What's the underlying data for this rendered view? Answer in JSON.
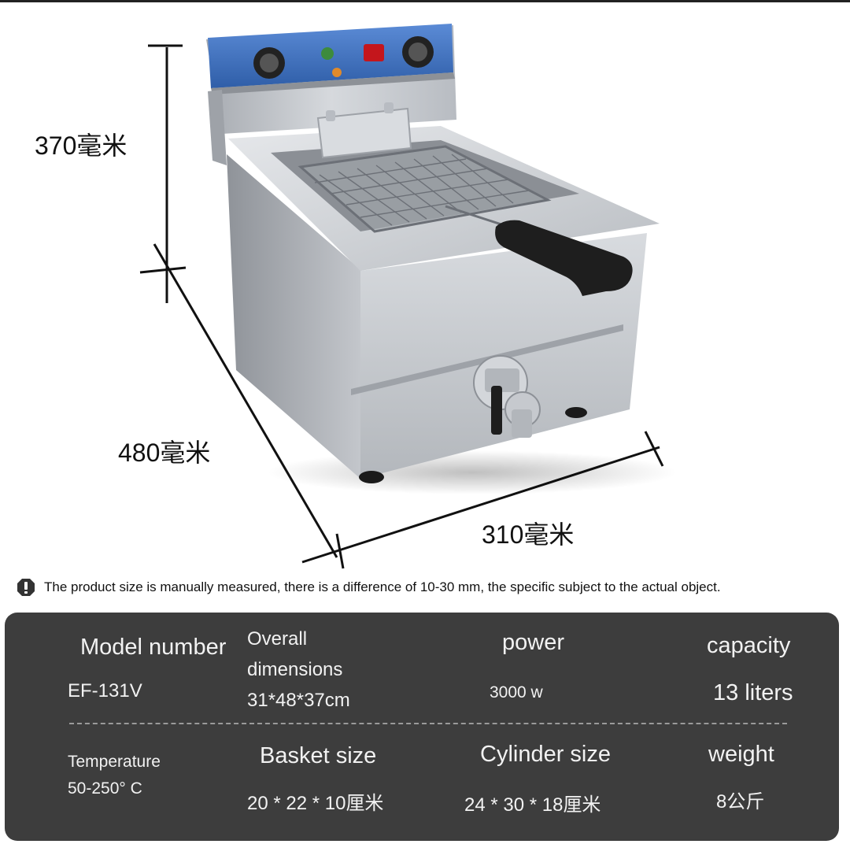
{
  "dimensions": {
    "height": "370毫米",
    "depth": "480毫米",
    "width": "310毫米"
  },
  "notice": {
    "icon": "warning-icon",
    "text": "The product size is manually measured, there is a difference of 10-30 mm, the specific subject to the actual object."
  },
  "specs": {
    "model": {
      "label": "Model number",
      "value": "EF-131V"
    },
    "dimensions": {
      "label_line1": "Overall",
      "label_line2": "dimensions",
      "value": "31*48*37cm"
    },
    "power": {
      "label": "power",
      "value": "3000 w"
    },
    "capacity": {
      "label": "capacity",
      "value": "13 liters"
    },
    "temperature": {
      "label": "Temperature",
      "value": "50-250° C"
    },
    "basket": {
      "label": "Basket size",
      "value": "20 * 22 * 10厘米"
    },
    "cylinder": {
      "label": "Cylinder size",
      "value": "24 * 30 * 18厘米"
    },
    "weight": {
      "label": "weight",
      "value": "8公斤"
    }
  },
  "colors": {
    "panel_bg": "#3d3d3d",
    "control_panel": "#3f6fc0",
    "steel": "#c9ccd1",
    "handle": "#1e1e1e"
  }
}
